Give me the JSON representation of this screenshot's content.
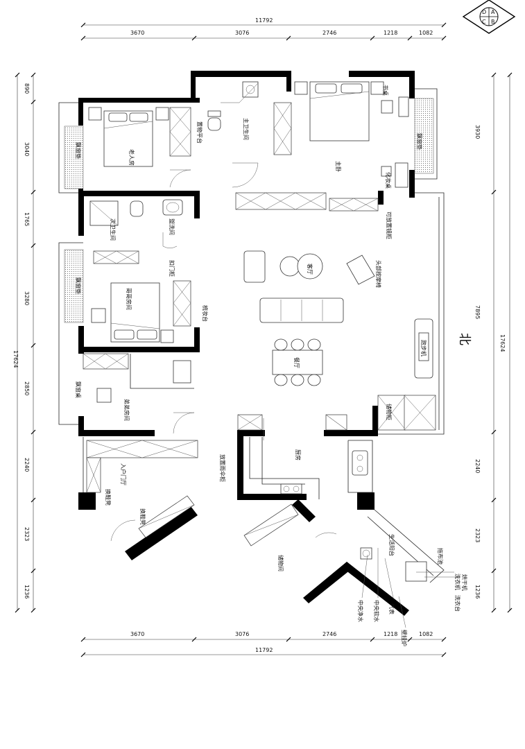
{
  "compass": {
    "a": "A",
    "b": "B",
    "c": "C",
    "d": "D"
  },
  "dims": {
    "top_total": "11792",
    "top_segments": [
      "3670",
      "3076",
      "2746",
      "1218",
      "1082"
    ],
    "bottom_total": "11792",
    "bottom_segments": [
      "3670",
      "3076",
      "2746",
      "1218",
      "1082"
    ],
    "left_total": "17624",
    "left_segments": [
      "890",
      "3040",
      "1765",
      "3280",
      "2850",
      "2240",
      "2323",
      "1236"
    ],
    "right_total": "17624",
    "right_segments": [
      "3930",
      "7895",
      "2240",
      "2323",
      "1236"
    ]
  },
  "north": "北",
  "rooms": {
    "elder_room": "老人房",
    "bay_left_top": "飘窗垫",
    "bay_left_mid": "飘窗垫",
    "bay_left_bottom": "飘窗桌",
    "bay_right": "飘窗垫",
    "storage_platform": "置物平台",
    "master_bath": "主卫生间",
    "master_bedroom": "主卧",
    "desk": "书桌",
    "vanity": "化妆桌",
    "mirror_cabinet": "可放置镜柜",
    "second_bath": "次卫生间",
    "wash": "盥洗间",
    "pocket_door": "扣门柜",
    "sister_room": "哥哥房间",
    "dresser": "梳妆台",
    "brother_room": "弟弟房间",
    "living": "客厅",
    "massage_chair": "头部按摩椅",
    "treadmill": "跑步机",
    "dining": "餐厅",
    "storage_cabinet": "储物柜",
    "entry": "入户门厅",
    "shoe_cabinet": "换鞋凳",
    "shoe_bench": "换鞋凳",
    "umbrella_cabinet": "放置雨伞柜",
    "kitchen": "厨房",
    "storage_room": "储物间",
    "laundry_balcony": "生活阳台",
    "mop_pool": "拖布池",
    "dryer": "烘干机",
    "washer": "洗衣机",
    "sink": "洗衣台",
    "gas_meter": "气表",
    "soft_water": "中央软水",
    "pure_water": "中央净水",
    "water_heater": "壁挂炉"
  }
}
